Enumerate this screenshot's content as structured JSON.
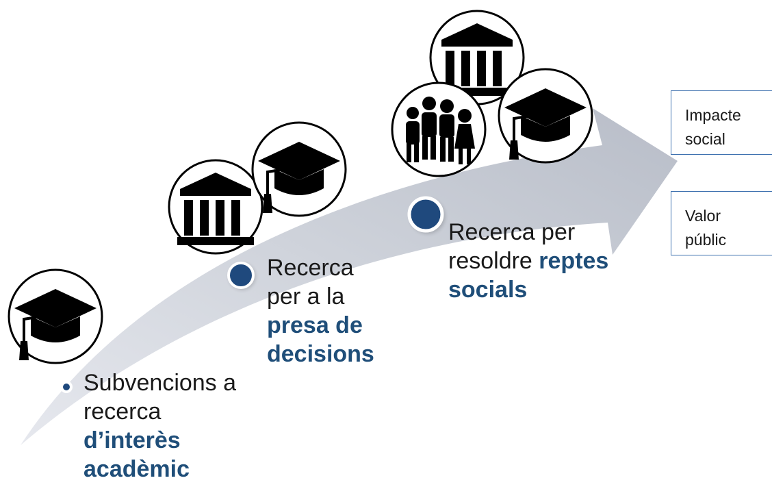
{
  "stages": [
    {
      "line1": "Subvencions a",
      "line2": "recerca",
      "highlight1": "d’interès",
      "highlight2": "acadèmic"
    },
    {
      "line1": "Recerca",
      "line2": "per a la",
      "highlight1": "presa de",
      "highlight2": "decisions"
    },
    {
      "line1": "Recerca per",
      "line2": "resoldre ",
      "highlight1": "reptes",
      "highlight2": "socials"
    }
  ],
  "outcomes": [
    {
      "line1": "Impacte",
      "line2": "social"
    },
    {
      "line1": "Valor",
      "line2": "públic"
    }
  ],
  "icons": [
    "graduation-cap-icon",
    "institution-building-icon",
    "people-group-icon"
  ],
  "colors": {
    "arrow": "#c9cdd6",
    "accent_text": "#1f4e79",
    "marker": "#1f497d",
    "box_border": "#3b6fae",
    "icon": "#000000"
  }
}
